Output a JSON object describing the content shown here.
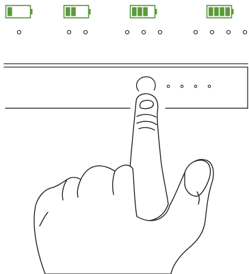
{
  "colors": {
    "battery_fill": "#5a9a3a",
    "outline": "#1a1a1a",
    "device_edge": "#555555",
    "background": "#ffffff"
  },
  "battery_levels": [
    {
      "charge_segments": 1,
      "of_segments": 4,
      "indicator_dots": 1
    },
    {
      "charge_segments": 2,
      "of_segments": 4,
      "indicator_dots": 2
    },
    {
      "charge_segments": 3,
      "of_segments": 4,
      "indicator_dots": 3
    },
    {
      "charge_segments": 4,
      "of_segments": 4,
      "indicator_dots": 4
    }
  ],
  "device": {
    "power_button_icon": "circle-button-icon",
    "indicator_dots": 4
  },
  "hand_icon": "pointing-finger-icon"
}
